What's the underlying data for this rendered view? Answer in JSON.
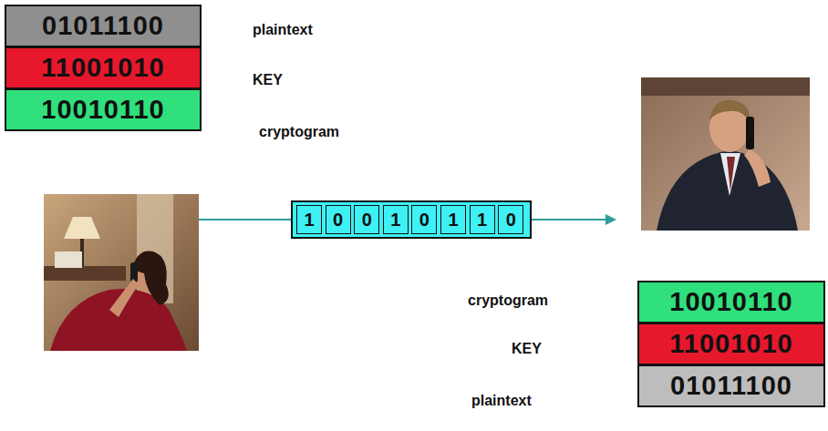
{
  "diagram": {
    "nodes": [
      {
        "text": [
          "01011100"
        ]
      },
      {
        "text": [
          "11001010"
        ]
      },
      {
        "text": [
          "10010110"
        ]
      },
      {
        "text": [
          "1"
        ]
      },
      {
        "text": [
          "0"
        ]
      },
      {
        "text": [
          "0"
        ]
      },
      {
        "text": [
          "1"
        ]
      },
      {
        "text": [
          "0"
        ]
      },
      {
        "text": [
          "1"
        ]
      },
      {
        "text": [
          "1"
        ]
      },
      {
        "text": [
          "0"
        ]
      },
      {
        "text": [
          "10010110"
        ]
      },
      {
        "text": [
          "11001010"
        ]
      },
      {
        "text": [
          "01011100"
        ]
      }
    ],
    "labels": [
      "plaintext",
      "KEY",
      "cryptogram",
      "cryptogram",
      "KEY",
      "plaintext"
    ]
  }
}
